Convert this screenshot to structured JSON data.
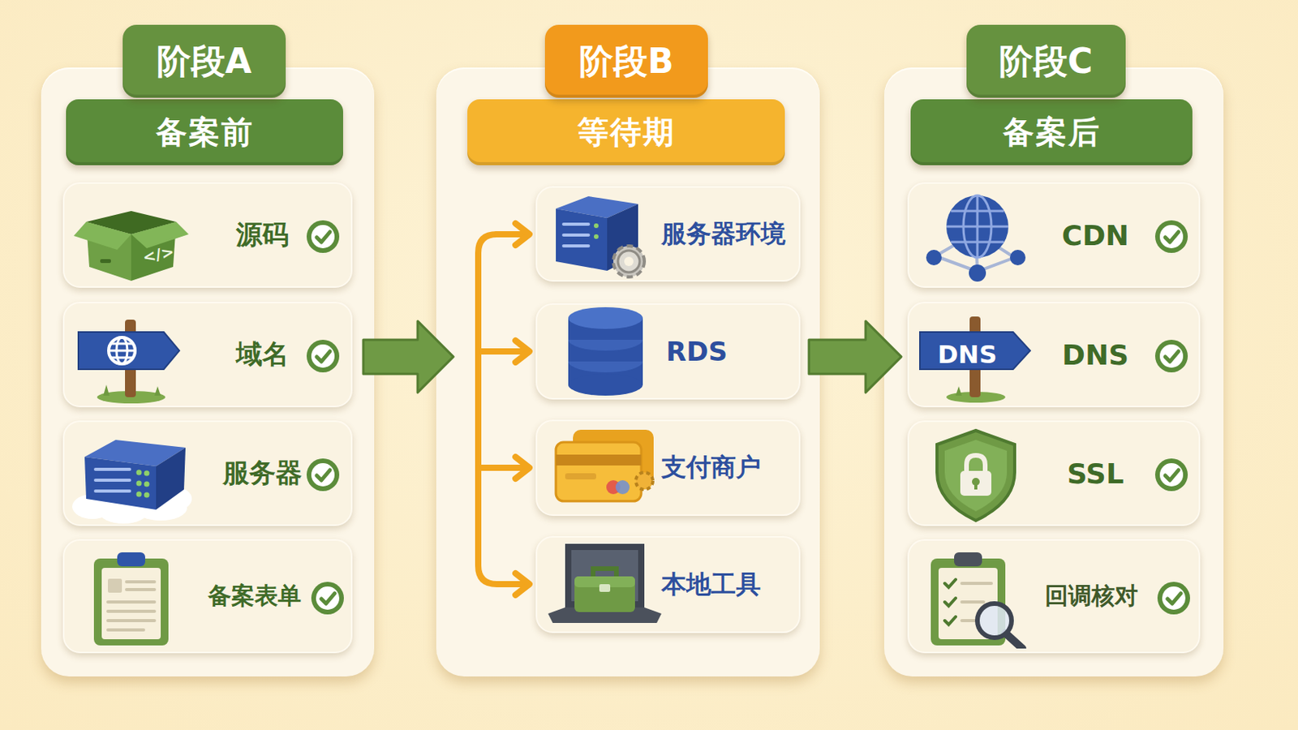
{
  "diagram": {
    "nodes": [
      {
        "text": [
          "阶段A",
          "备案前"
        ]
      },
      {
        "text": [
          "源码"
        ],
        "in": 0
      },
      {
        "text": [
          "域名"
        ],
        "in": 0
      },
      {
        "text": [
          "服务器"
        ],
        "in": 0
      },
      {
        "text": [
          "备案表单"
        ],
        "in": 0
      },
      {
        "text": [
          "阶段B",
          "等待期"
        ]
      },
      {
        "text": [
          "服务器环境"
        ],
        "in": 5
      },
      {
        "text": [
          "RDS"
        ],
        "in": 5
      },
      {
        "text": [
          "支付商户"
        ],
        "in": 5
      },
      {
        "text": [
          "本地工具"
        ],
        "in": 5
      },
      {
        "text": [
          "阶段C",
          "备案后"
        ]
      },
      {
        "text": [
          "CDN"
        ],
        "in": 10
      },
      {
        "text": [
          "DNS"
        ],
        "in": 10
      },
      {
        "text": [
          "SSL"
        ],
        "in": 10
      },
      {
        "text": [
          "回调核对"
        ],
        "in": 10
      }
    ],
    "edges": [
      {
        "from": 0,
        "to": 5,
        "arrow": "to"
      },
      {
        "from": 5,
        "to": 10,
        "arrow": "to"
      }
    ],
    "labels": [
      "</>",
      "DNS"
    ]
  }
}
